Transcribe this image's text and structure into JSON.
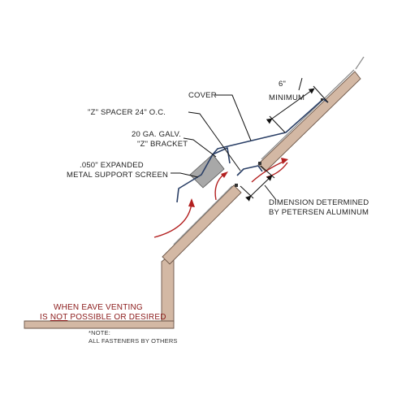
{
  "labels": {
    "cover": "COVER",
    "spacer": "\"Z\" SPACER 24\" O.C.",
    "bracket_line1": "20 GA. GALV.",
    "bracket_line2": "\"Z\" BRACKET",
    "screen_line1": ".050\" EXPANDED",
    "screen_line2": "METAL SUPPORT SCREEN",
    "minimum_value": "6\"",
    "minimum_label": "MINIMUM",
    "dimension_line1": "DIMENSION DETERMINED",
    "dimension_line2": "BY PETERSEN ALUMINUM"
  },
  "warning": {
    "line1": "WHEN EAVE VENTING",
    "line2_prefix": "IS ",
    "line2_emphasis": "NOT",
    "line2_suffix": " POSSIBLE OR DESIRED"
  },
  "note": {
    "line1": "*NOTE:",
    "line2": "ALL FASTENERS BY  OTHERS"
  },
  "colors": {
    "roof_fill": "#d3b8a4",
    "metal": "#2a3f66",
    "airflow": "#b32020",
    "warning_text": "#8b1a1a",
    "screen": "#a8a8a8"
  }
}
